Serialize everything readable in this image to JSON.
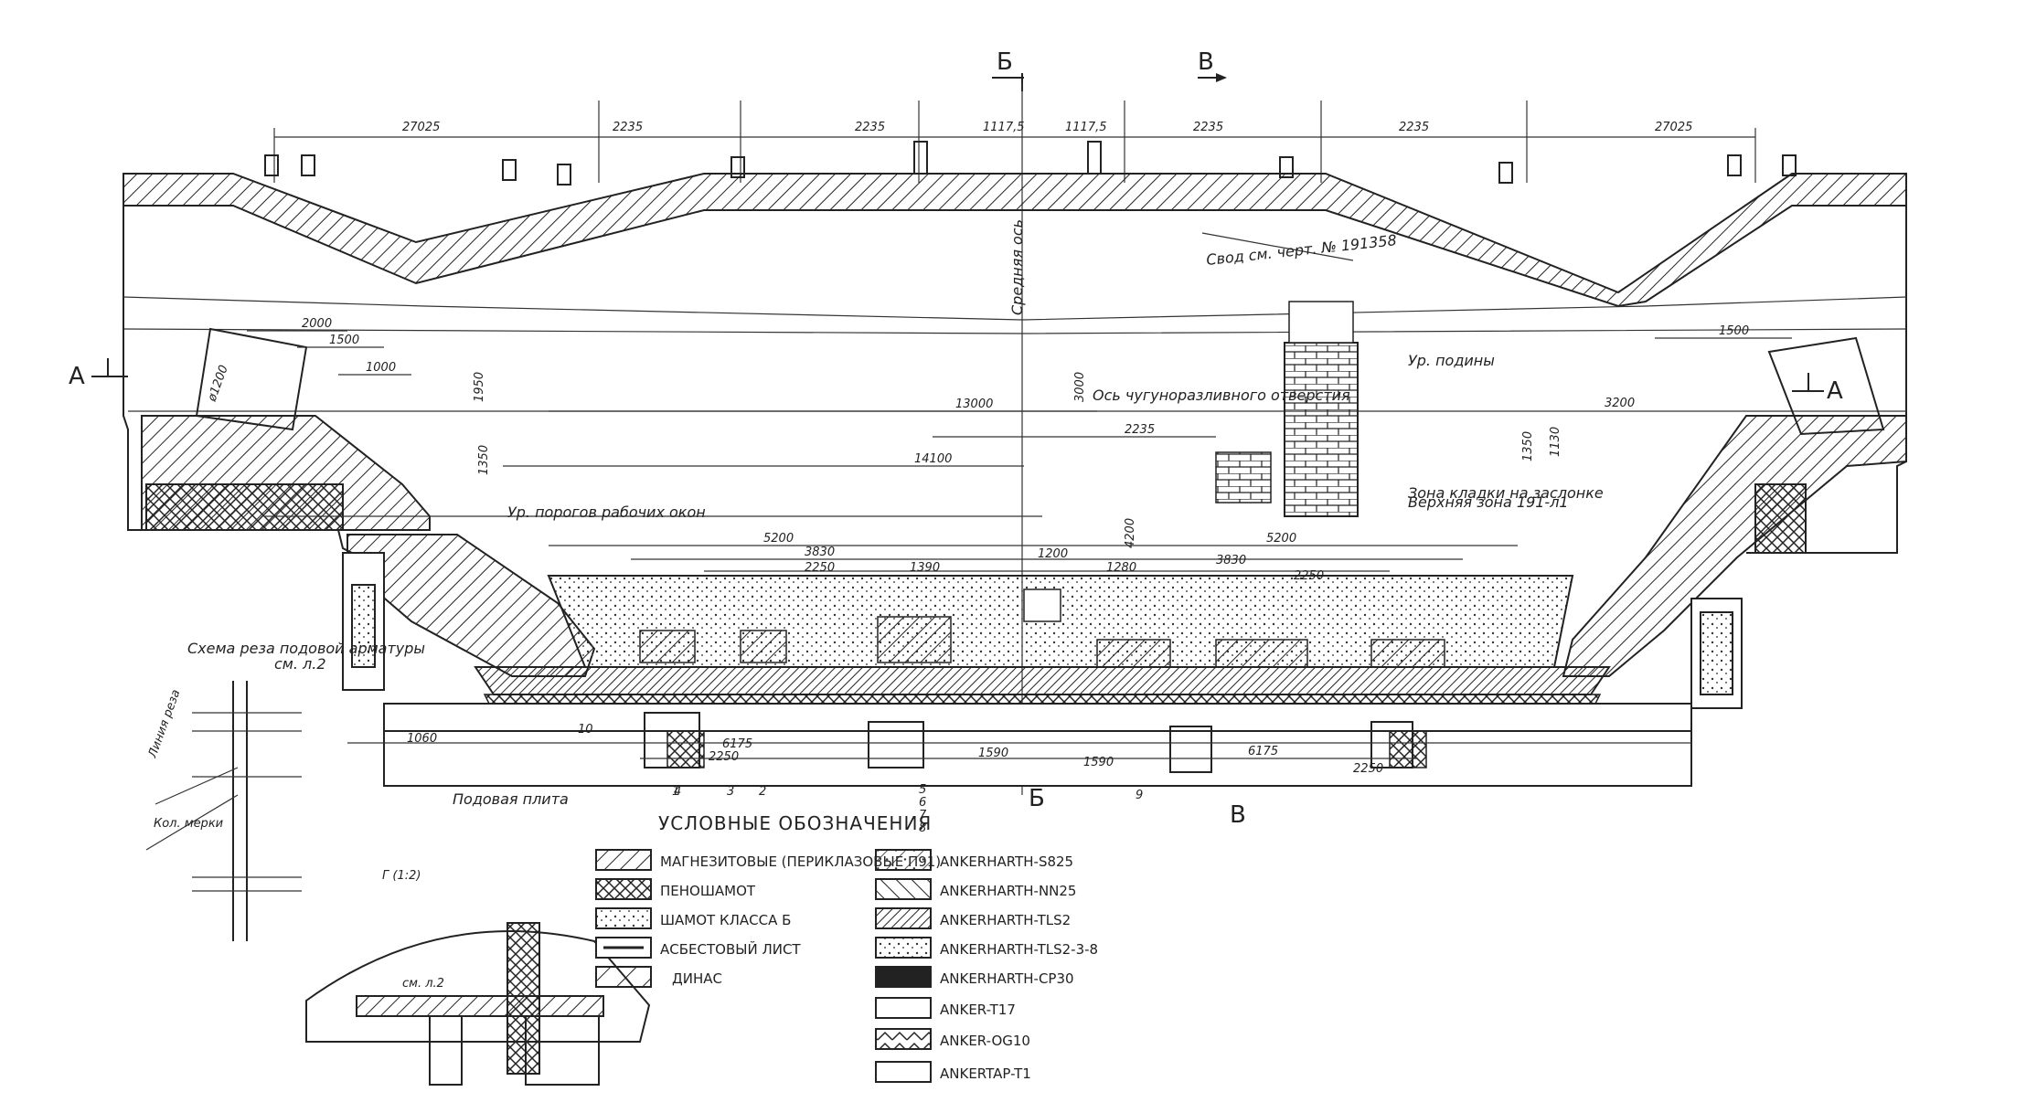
{
  "section_marks": {
    "b_top": "Б",
    "v_top": "В",
    "a_left": "А",
    "a_right": "А",
    "b_bottom": "Б",
    "v_bottom": "В"
  },
  "top_dims": [
    "27025",
    "2235",
    "2235",
    "1117,5",
    "1117,5",
    "2235",
    "2235",
    "27025"
  ],
  "annotations": {
    "svod": "Свод  см. черт. № 191358",
    "axis_label": "Средняя ось",
    "port_label": "Ось чугуноразливного отверстия",
    "window_level": "Ур. порогов рабочих окон",
    "bottom_level": "Ур. подины",
    "armature": "Схема реза подовой арматуры",
    "arm_sub": "см. л.2",
    "detail_g": "Г (1:2)",
    "detail_sub": "см. л.2",
    "bottom_note": "Подовая плита",
    "right_note_1": "Верхняя зона 191-л1",
    "right_note_2": "Зона кладки на заслонке"
  },
  "dims": {
    "d2000": "2000",
    "d1500_left": "1500",
    "d1000": "1000",
    "d3200": "3200",
    "d1500_right": "1500",
    "d13000": "13000",
    "d2235": "2235",
    "d14100": "14100",
    "d1350": "1350",
    "d1130": "1130",
    "d3830_l": "3830",
    "d3830_r": "3830",
    "d2250_l": "2250",
    "d2250_r": "2250",
    "d1390": "1390",
    "d1200": "1200",
    "d1280": "1280",
    "d5200_l": "5200",
    "d5200_r": "5200",
    "d6175_l": "6175",
    "d6175_r": "6175",
    "d1590_l": "1590",
    "d1590_r": "1590",
    "d2250_b_l": "2250",
    "d2250_b_r": "2250",
    "d1060": "1060",
    "d1950": "1950",
    "d3000": "3000",
    "d4200": "4200"
  },
  "markers": [
    "1",
    "2",
    "3",
    "4",
    "5",
    "6",
    "7",
    "8",
    "9",
    "10"
  ],
  "legend": {
    "title": "УСЛОВНЫЕ  ОБОЗНАЧЕНИЯ",
    "left": [
      {
        "label": "МАГНЕЗИТОВЫЕ (ПЕРИКЛАЗОВЫЕ П91)",
        "pattern": "hatch"
      },
      {
        "label": "ПЕНОШАМОТ",
        "pattern": "cross"
      },
      {
        "label": "ШАМОТ КЛАССА Б",
        "pattern": "dots"
      },
      {
        "label": "АСБЕСТОВЫЙ ЛИСТ",
        "pattern": "plain"
      },
      {
        "label": "ДИНАС",
        "pattern": "hatch-wide"
      }
    ],
    "right": [
      {
        "label": "ANKERHARTH-S825",
        "pattern": "hatch-dots"
      },
      {
        "label": "ANKERHARTH-NN25",
        "pattern": "hatch-back"
      },
      {
        "label": "ANKERHARTH-TLS2",
        "pattern": "hatch-dense"
      },
      {
        "label": "ANKERHARTH-TLS2-3-8",
        "pattern": "dots"
      },
      {
        "label": "ANKERHARTH-CP30",
        "pattern": "solid"
      },
      {
        "label": "ANKER-T17",
        "pattern": "plain"
      },
      {
        "label": "ANKER-OG10",
        "pattern": "zigzag"
      },
      {
        "label": "ANKERTAP-T1",
        "pattern": "plain"
      }
    ]
  },
  "colors": {
    "ink": "#1a1a1a",
    "paper": "#ffffff"
  }
}
